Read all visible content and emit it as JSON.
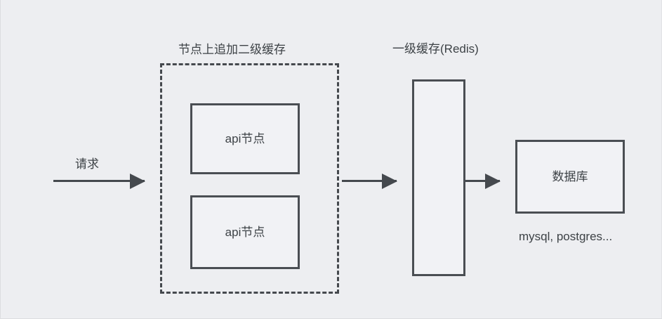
{
  "diagram": {
    "background_color": "#edeef1",
    "stroke_color": "#45494e",
    "text_color": "#3d4246",
    "request": {
      "label": "请求"
    },
    "group": {
      "title": "节点上追加二级缓存",
      "nodes": [
        {
          "label": "api节点"
        },
        {
          "label": "api节点"
        }
      ]
    },
    "cache": {
      "title": "一级缓存(Redis)",
      "box_label": ""
    },
    "database": {
      "label": "数据库",
      "caption": "mysql, postgres..."
    },
    "arrows": [
      {
        "name": "request-to-nodes",
        "label": "请求"
      },
      {
        "name": "nodes-to-cache",
        "label": ""
      },
      {
        "name": "cache-to-database",
        "label": ""
      }
    ]
  }
}
